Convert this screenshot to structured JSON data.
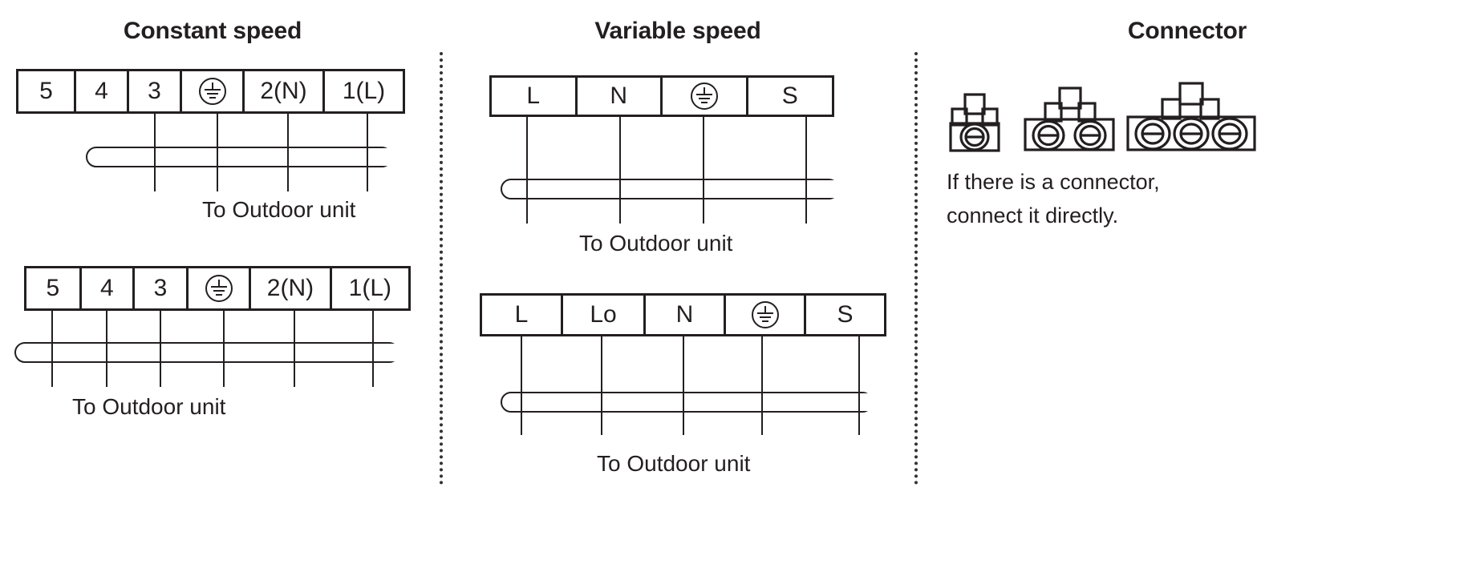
{
  "columns": {
    "constant": {
      "title": "Constant speed"
    },
    "variable": {
      "title": "Variable speed"
    },
    "connector": {
      "title": "Connector"
    }
  },
  "captions": {
    "to_outdoor_unit": "To Outdoor unit"
  },
  "diagrams": [
    {
      "id": "constant-speed-4wire",
      "group": "Constant speed",
      "terminals": [
        "5",
        "4",
        "3",
        "earth-symbol",
        "2(N)",
        "1(L)"
      ],
      "wired_terminals": [
        "3",
        "earth-symbol",
        "2(N)",
        "1(L)"
      ],
      "wire_count": 4,
      "caption": "To Outdoor unit"
    },
    {
      "id": "constant-speed-6wire",
      "group": "Constant speed",
      "terminals": [
        "5",
        "4",
        "3",
        "earth-symbol",
        "2(N)",
        "1(L)"
      ],
      "wired_terminals": [
        "5",
        "4",
        "3",
        "earth-symbol",
        "2(N)",
        "1(L)"
      ],
      "wire_count": 6,
      "caption": "To Outdoor unit"
    },
    {
      "id": "variable-speed-4wire",
      "group": "Variable speed",
      "terminals": [
        "L",
        "N",
        "earth-symbol",
        "S"
      ],
      "wired_terminals": [
        "L",
        "N",
        "earth-symbol",
        "S"
      ],
      "wire_count": 4,
      "caption": "To Outdoor unit"
    },
    {
      "id": "variable-speed-5wire",
      "group": "Variable speed",
      "terminals": [
        "L",
        "Lo",
        "N",
        "earth-symbol",
        "S"
      ],
      "wired_terminals": [
        "L",
        "Lo",
        "N",
        "earth-symbol",
        "S"
      ],
      "wire_count": 5,
      "caption": "To Outdoor unit"
    }
  ],
  "connector": {
    "icons": [
      {
        "name": "connector-1-pole",
        "poles": 1
      },
      {
        "name": "connector-2-pole",
        "poles": 2
      },
      {
        "name": "connector-3-pole",
        "poles": 3
      }
    ],
    "note_line1": "If there is a connector,",
    "note_line2": "connect it directly."
  },
  "colors": {
    "ink": "#231f20",
    "background": "#ffffff"
  }
}
